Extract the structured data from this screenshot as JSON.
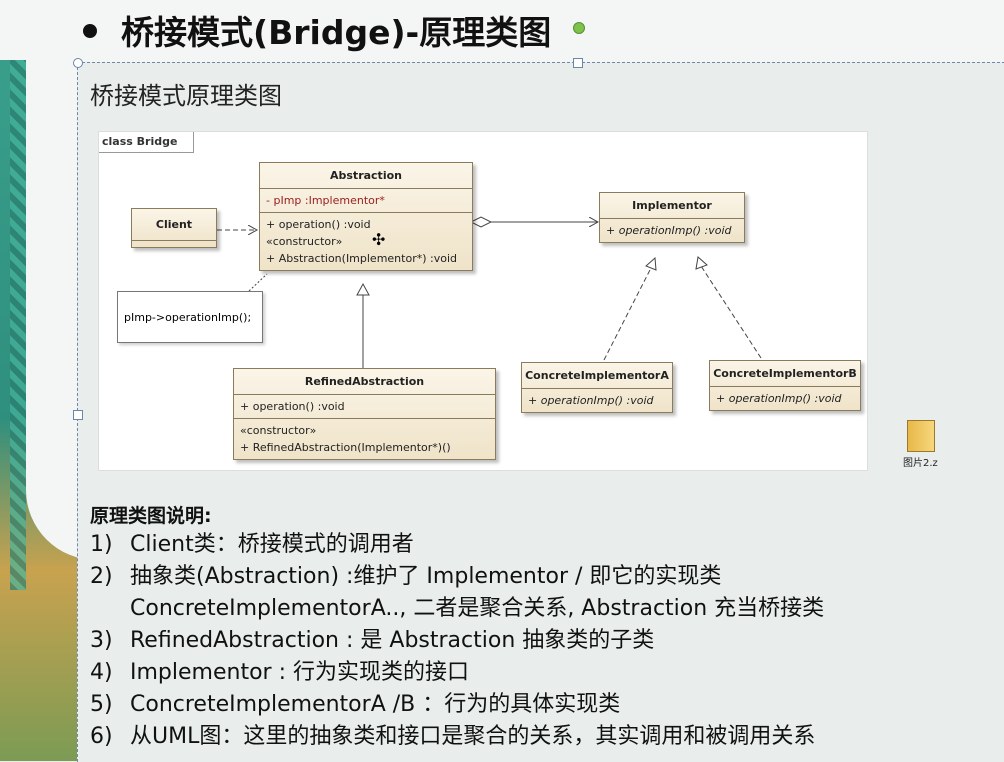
{
  "slide": {
    "title": "桥接模式(Bridge)-原理类图",
    "box_heading": "桥接模式原理类图"
  },
  "diagram": {
    "frame_label": "class Bridge",
    "abstraction": {
      "name": "Abstraction",
      "attr": "-    pImp  :Implementor*",
      "op1": "+    operation()  :void",
      "stereo": "«constructor»",
      "op2": "+    Abstraction(Implementor*)  :void"
    },
    "client": {
      "name": "Client"
    },
    "implementor": {
      "name": "Implementor",
      "op": "+    operationImp()  :void"
    },
    "refined": {
      "name": "RefinedAbstraction",
      "op1": "+    operation()  :void",
      "stereo": "«constructor»",
      "op2": "+    RefinedAbstraction(Implementor*)()"
    },
    "concrete_a": {
      "name": "ConcreteImplementorA",
      "op": "+    operationImp()  :void"
    },
    "concrete_b": {
      "name": "ConcreteImplementorB",
      "op": "+    operationImp()  :void"
    },
    "note": "pImp->operationImp();"
  },
  "file": {
    "label": "图片2.z"
  },
  "notes": {
    "title": "原理类图说明:",
    "items": [
      {
        "num": "1)",
        "text": "Client类：桥接模式的调用者"
      },
      {
        "num": "2)",
        "text": "抽象类(Abstraction) :维护了 Implementor / 即它的实现类"
      },
      {
        "num": "",
        "text": "ConcreteImplementorA.., 二者是聚合关系, Abstraction 充当桥接类"
      },
      {
        "num": "3)",
        "text": "RefinedAbstraction : 是 Abstraction 抽象类的子类"
      },
      {
        "num": "4)",
        "text": "Implementor : 行为实现类的接口"
      },
      {
        "num": "5)",
        "text": "ConcreteImplementorA /B ：行为的具体实现类"
      },
      {
        "num": "6)",
        "text": "从UML图：这里的抽象类和接口是聚合的关系，其实调用和被调用关系"
      }
    ]
  }
}
